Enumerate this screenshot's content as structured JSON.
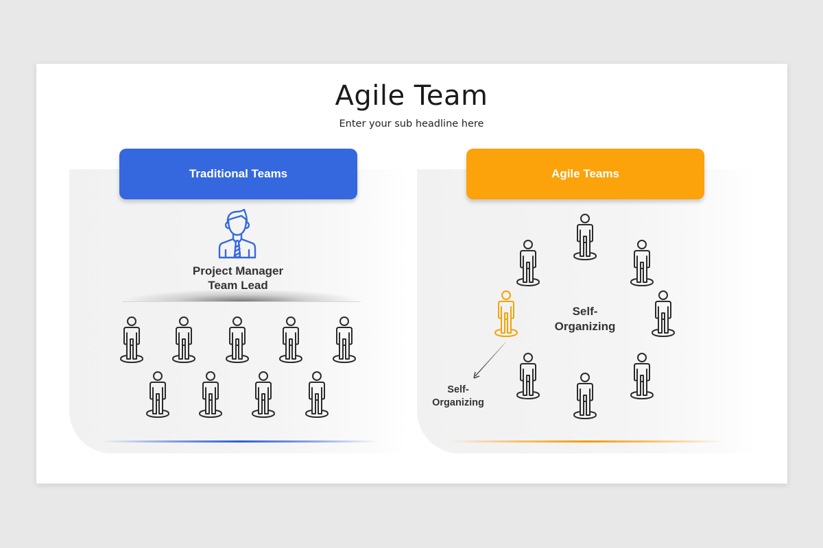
{
  "slide": {
    "title": "Agile Team",
    "subtitle": "Enter your sub headline here"
  },
  "panels": {
    "traditional": {
      "header": "Traditional Teams",
      "accent_color": "#3568de",
      "leader_icon": "manager-icon",
      "leader_label_line1": "Project Manager",
      "leader_label_line2": "Team Lead",
      "members_row1_count": 5,
      "members_row2_count": 4,
      "member_icon": "person-icon"
    },
    "agile": {
      "header": "Agile Teams",
      "accent_color": "#fca20a",
      "center_label_line1": "Self-",
      "center_label_line2": "Organizing",
      "member_count": 8,
      "highlighted_member_color": "#f5a300",
      "callout_label_line1": "Self-",
      "callout_label_line2": "Organizing",
      "member_icon": "person-icon"
    }
  }
}
